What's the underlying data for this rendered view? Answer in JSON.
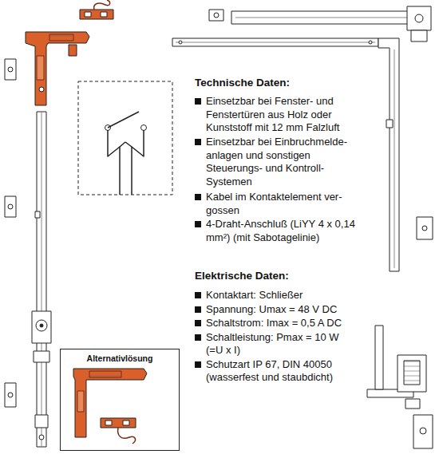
{
  "diagram": {
    "nodes": [
      {
        "text": [
          "Alternativlösung"
        ]
      }
    ],
    "labels": [
      "Technische Daten:",
      "Einsetzbar bei Fenster- und Fenstertüren aus Holz oder Kunststoff mit 12 mm Falzluft",
      "Einsetzbar bei Einbruchmelde- anlagen und sonstigen Steuerungs- und Kontroll-Systemen",
      "Kabel im Kontaktelement ver- gossen",
      "4-Draht-Anschluß (LiYY 4 x 0,14 mm²) (mit Sabotagelinie)",
      "Elektrische Daten:",
      "Kontaktart: Schließer",
      "Spannung: Umax = 48 V DC",
      "Schaltstrom: Imax = 0,5 A DC",
      "Schaltleistung: Pmax = 10 W (=U x I)",
      "Schutzart IP 67, DIN 40050 (wasserfest und staubdicht)"
    ]
  }
}
